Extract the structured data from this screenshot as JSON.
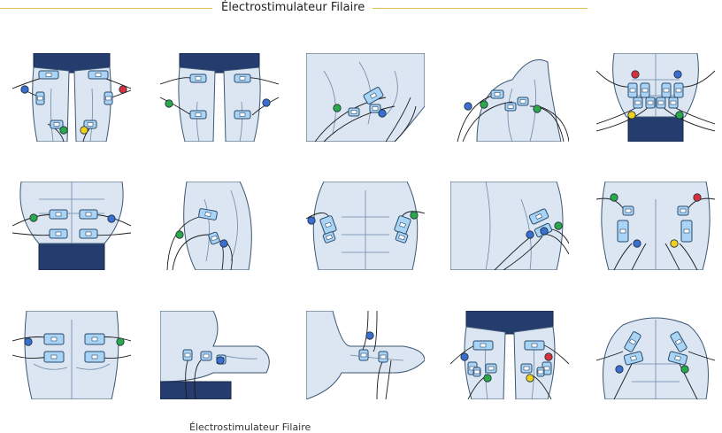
{
  "header": {
    "title": "Électrostimulateur Filaire"
  },
  "colors": {
    "accent_rule": "#e3bf5a",
    "pad_fill": "#a9d4f5",
    "pad_stroke": "#2b4a6b",
    "skin": "#dbe6f2",
    "shorts": "#243c6e",
    "electrode_blue": "#3a6fd0",
    "electrode_green": "#2aa84a",
    "electrode_red": "#d9303a",
    "electrode_yellow": "#f0d21c"
  },
  "placements": [
    {
      "name": "thighs-front-placement"
    },
    {
      "name": "knees-placement"
    },
    {
      "name": "chest-shoulder-placement"
    },
    {
      "name": "shoulder-deltoid-placement"
    },
    {
      "name": "abdomen-upper-placement"
    },
    {
      "name": "abdomen-lower-placement"
    },
    {
      "name": "upper-arm-placement"
    },
    {
      "name": "torso-arms-placement"
    },
    {
      "name": "back-upper-arm-placement"
    },
    {
      "name": "gluteus-placement"
    },
    {
      "name": "gluteus-lower-placement"
    },
    {
      "name": "forearm-placement"
    },
    {
      "name": "arm-extended-placement"
    },
    {
      "name": "hamstrings-placement"
    },
    {
      "name": "chest-placement"
    }
  ],
  "footer": {
    "caption": "Électrostimulateur Filaire"
  }
}
